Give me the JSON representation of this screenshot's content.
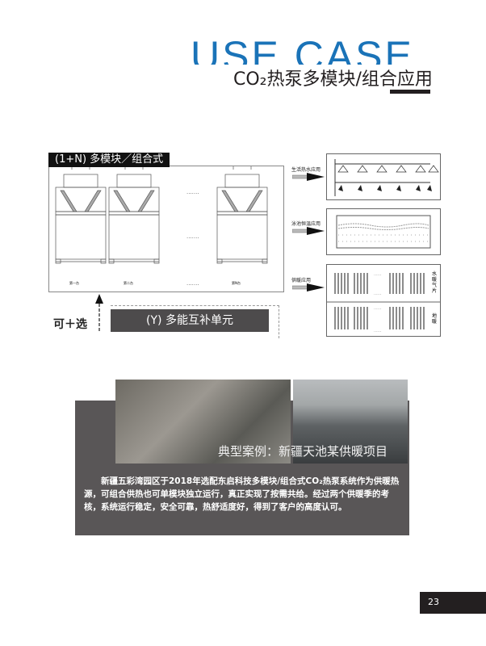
{
  "header": {
    "title": "USE CASE",
    "subtitle": "CO₂热泵多模块/组合应用",
    "accent_color": "#1a73b8"
  },
  "diagram": {
    "module_tag": "(1+N) 多模块／组合式",
    "unit_labels": [
      "第一台",
      "第二台",
      "第N台"
    ],
    "ellipsis": "·······",
    "optional_label": "可＋选",
    "complementary_unit": "(Y) 多能互补单元",
    "applications": [
      {
        "label": "生活热水应用"
      },
      {
        "label": "泳池恒温应用"
      },
      {
        "label": "供暖应用",
        "sub": [
          "水暖气片",
          "地暖"
        ]
      }
    ]
  },
  "case": {
    "title": "典型案例：新疆天池某供暖项目",
    "body": "新疆五彩湾园区于2018年选配东启科技多模块/组合式CO₂热泵系统作为供暖热源，可组合供热也可单模块独立运行，真正实现了按需共给。经过两个供暖季的考核，系统运行稳定，安全可靠，热舒适度好，得到了客户的高度认可。"
  },
  "page_number": "23"
}
